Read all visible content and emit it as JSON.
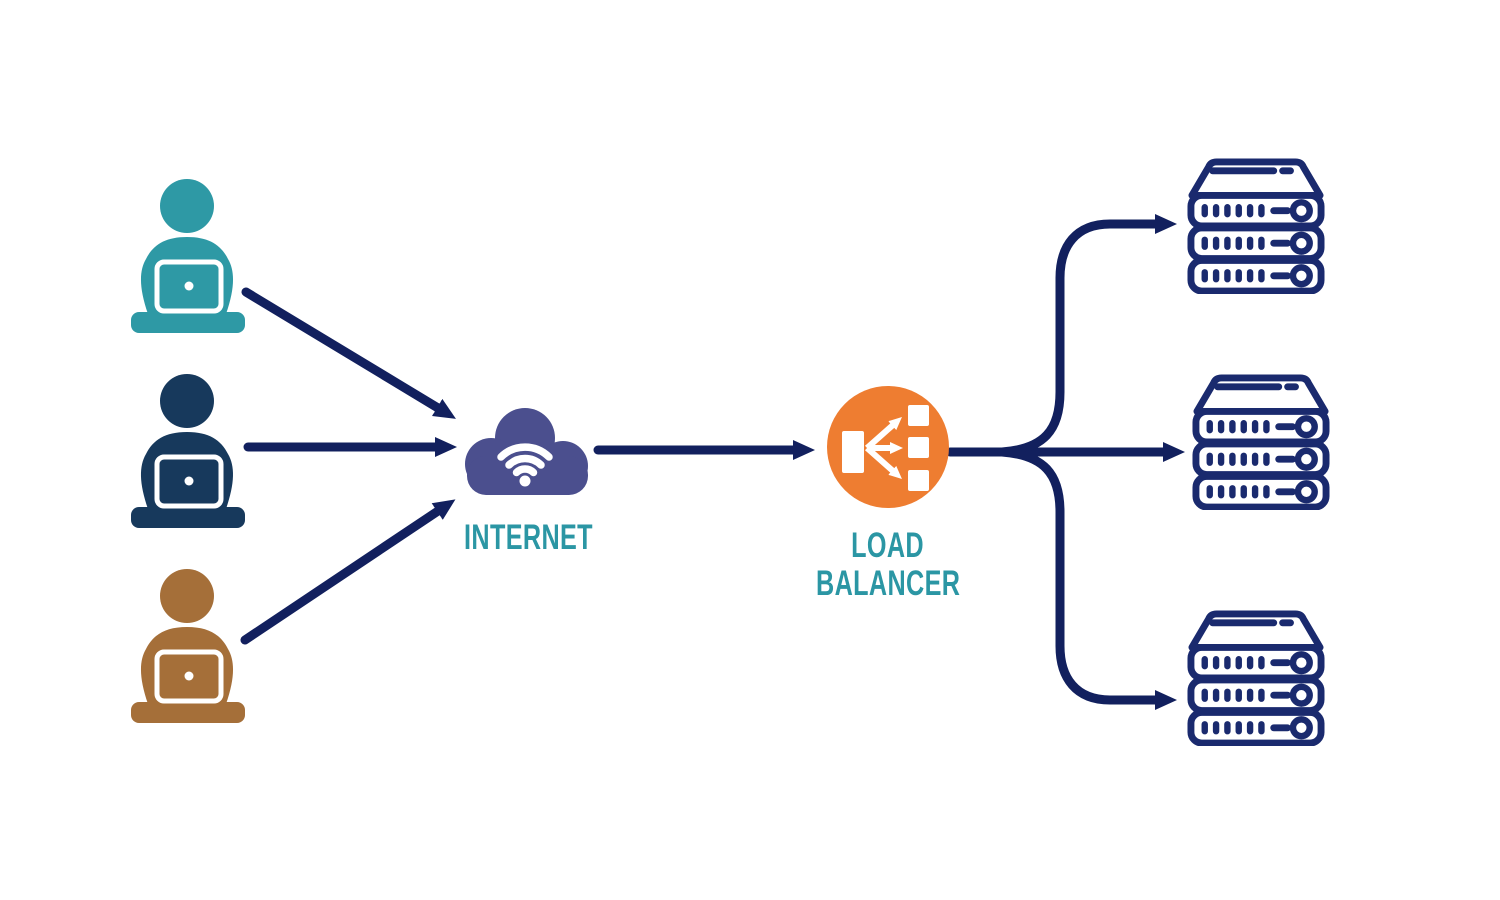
{
  "colors": {
    "background": "#FFFFFF",
    "arrow": "#12205E",
    "server": "#1A2A6E",
    "user_1": "#2E99A5",
    "user_2": "#17395C",
    "user_3": "#A56F39",
    "cloud": "#4B4F8E",
    "load_balancer": "#EE7D31",
    "label": "#2B96A4"
  },
  "nodes": {
    "users": [
      {
        "id": "user-1",
        "icon": "person-at-laptop-icon"
      },
      {
        "id": "user-2",
        "icon": "person-at-laptop-icon"
      },
      {
        "id": "user-3",
        "icon": "person-at-laptop-icon"
      }
    ],
    "internet": {
      "label": "INTERNET",
      "icon": "cloud-wifi-icon"
    },
    "load_balancer": {
      "label_line1": "LOAD",
      "label_line2": "BALANCER",
      "icon": "load-balancer-distribution-icon"
    },
    "servers": [
      {
        "id": "server-1",
        "icon": "server-rack-icon"
      },
      {
        "id": "server-2",
        "icon": "server-rack-icon"
      },
      {
        "id": "server-3",
        "icon": "server-rack-icon"
      }
    ]
  },
  "connections": [
    {
      "from": "user-1",
      "to": "internet"
    },
    {
      "from": "user-2",
      "to": "internet"
    },
    {
      "from": "user-3",
      "to": "internet"
    },
    {
      "from": "internet",
      "to": "load-balancer"
    },
    {
      "from": "load-balancer",
      "to": "server-1"
    },
    {
      "from": "load-balancer",
      "to": "server-2"
    },
    {
      "from": "load-balancer",
      "to": "server-3"
    }
  ]
}
